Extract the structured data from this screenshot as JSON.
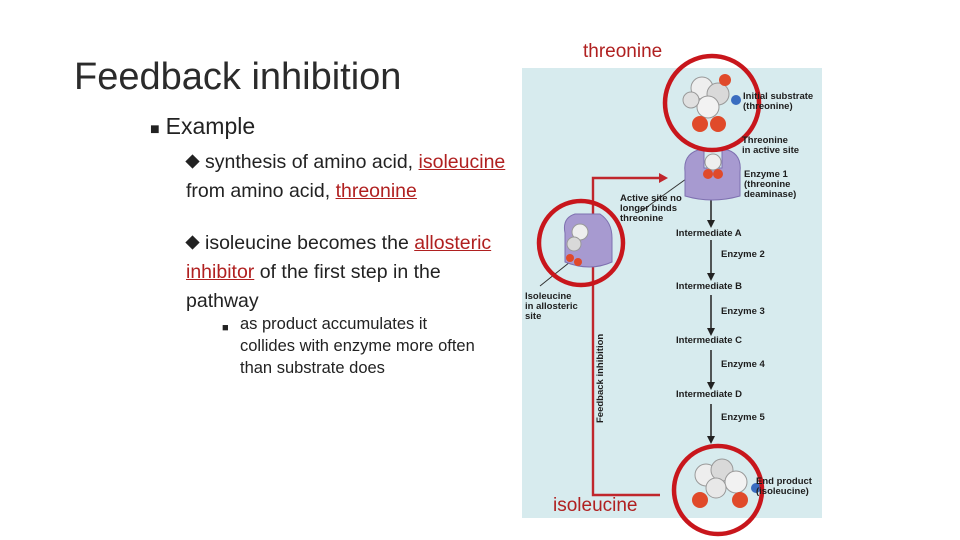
{
  "slide": {
    "title": "Feedback inhibition",
    "bullet_main": "Example",
    "sub_bullet_1": {
      "text_a": "synthesis of amino acid, ",
      "link_a": "isoleucine",
      "text_b": " from amino acid, ",
      "link_b": "threonine"
    },
    "sub_bullet_2": {
      "text_a": "isoleucine becomes the ",
      "link_a": "allosteric inhibitor",
      "text_b": " of the first step in the pathway"
    },
    "sub_sub_bullet": "as product accumulates it collides with enzyme more often than substrate does"
  },
  "figure": {
    "label_top": "threonine",
    "label_bottom": "isoleucine",
    "initial_substrate_1": "Initial substrate",
    "initial_substrate_2": "(threonine)",
    "threonine_active_1": "Threonine",
    "threonine_active_2": "in active site",
    "enzyme1_1": "Enzyme 1",
    "enzyme1_2": "(threonine",
    "enzyme1_3": "deaminase)",
    "active_site_1": "Active site no",
    "active_site_2": "longer binds",
    "active_site_3": "threonine",
    "intermediate_a": "Intermediate A",
    "enzyme2": "Enzyme 2",
    "intermediate_b": "Intermediate B",
    "enzyme3": "Enzyme 3",
    "intermediate_c": "Intermediate C",
    "enzyme4": "Enzyme 4",
    "intermediate_d": "Intermediate D",
    "enzyme5": "Enzyme 5",
    "isoleucine_allosteric_1": "Isoleucine",
    "isoleucine_allosteric_2": "in allosteric",
    "isoleucine_allosteric_3": "site",
    "end_product_1": "End product",
    "end_product_2": "(isoleucine)",
    "feedback_label": "Feedback inhibition",
    "colors": {
      "highlight_circle": "#c8161c",
      "pathway_line": "#c0262c",
      "enzyme": "#a79ad0",
      "background": "#d7ebee"
    }
  }
}
